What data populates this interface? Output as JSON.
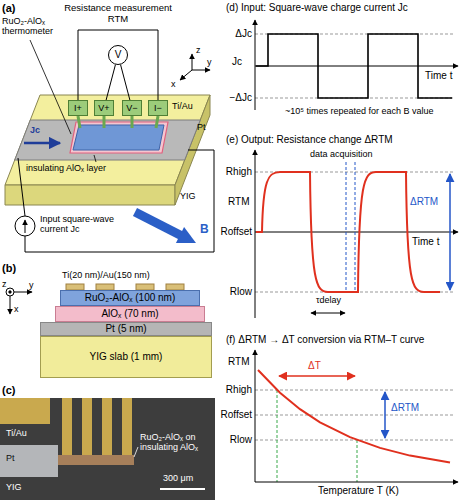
{
  "diagram": {
    "nodes": [
      {
        "text": [
          "V"
        ]
      },
      {
        "text": [
          "I+"
        ]
      },
      {
        "text": [
          "V+"
        ]
      },
      {
        "text": [
          "V−"
        ]
      },
      {
        "text": [
          "I−"
        ]
      },
      {
        "text": [
          "RuO₂-AlOₓ (100 nm)"
        ]
      },
      {
        "text": [
          "AlOₓ (70 nm)"
        ]
      },
      {
        "text": [
          "Pt (5 nm)"
        ]
      },
      {
        "text": [
          "YIG slab (1 mm)"
        ]
      }
    ],
    "edges": [
      {
        "from": 0,
        "to": 2,
        "arrow": "none"
      },
      {
        "from": 0,
        "to": 3,
        "arrow": "none"
      }
    ],
    "labels": [
      "(a)",
      "RuO₂-AlOₓ thermometer",
      "insulating AlOₓ layer",
      "Resistance measurement RTM",
      "Ti/Au",
      "Jc",
      "Pt",
      "YIG",
      "Input square-wave current Jc",
      "B",
      "z",
      "x",
      "y",
      "(b)",
      "Ti(20 nm)/Au(150 nm)",
      "z",
      "y",
      "x",
      "(c)",
      "Ti/Au",
      "Pt",
      "YIG",
      "RuO₂-AlOₓ on insulating AlOₓ",
      "300 μm",
      "(d) Input: Square-wave charge current Jc",
      "Jc",
      "ΔJc",
      "−ΔJc",
      "Time t",
      "~10⁵ times repeated for each B value",
      "(e) Output: Resistance change ΔRTM",
      "RTM",
      "Rhigh",
      "Roffset",
      "Rlow",
      "Time t",
      "data acquisition",
      "τdelay",
      "ΔRTM",
      "(f) ΔRTM → ΔT conversion via RTM–T curve",
      "RTM",
      "Rhigh",
      "Roffset",
      "Rlow",
      "ΔT",
      "ΔRTM",
      "Temperature T (K)"
    ]
  }
}
